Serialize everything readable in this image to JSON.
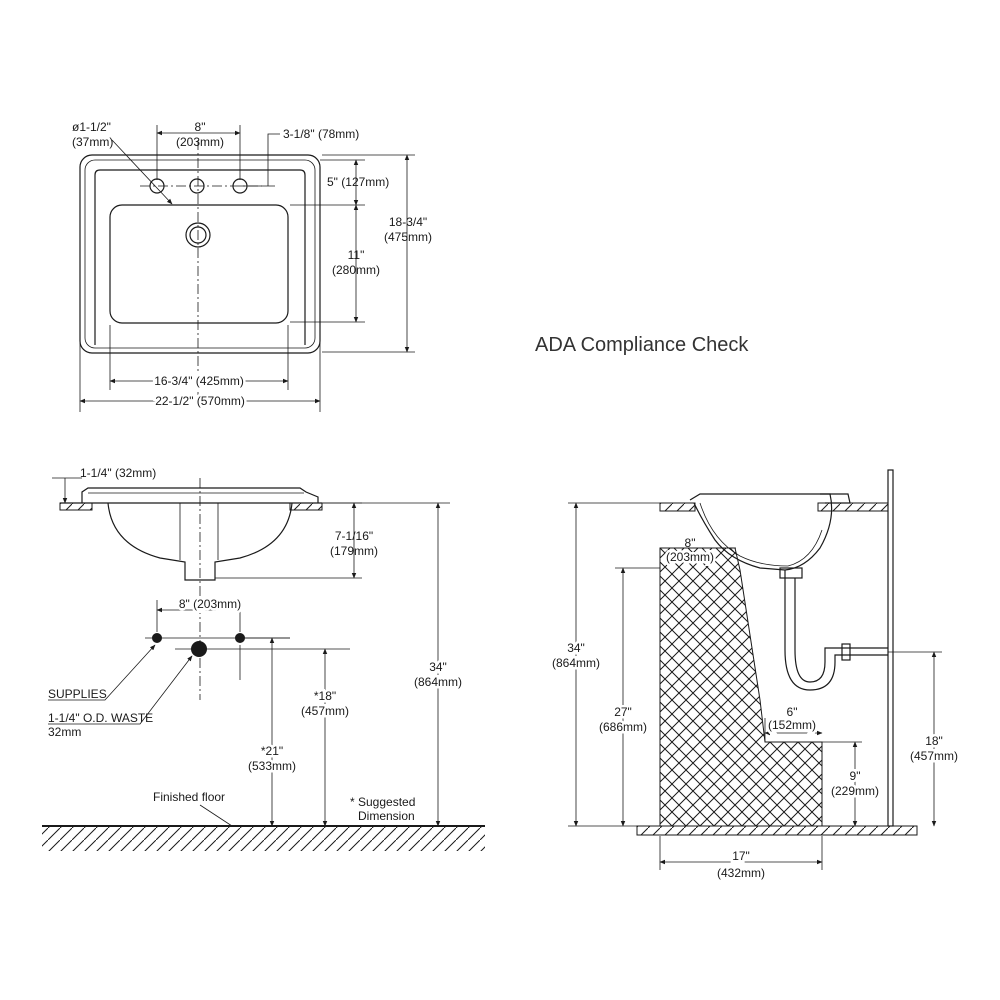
{
  "title": "ADA Compliance Check",
  "top_view": {
    "hole_dia_in": "ø1-1/2\"",
    "hole_dia_mm": "(37mm)",
    "spread_in": "8\"",
    "spread_mm": "(203mm)",
    "hole_offset": "3-1/8\" (78mm)",
    "deck_to_bowl": "5\" (127mm)",
    "depth_in": "18-3/4\"",
    "depth_mm": "(475mm)",
    "bowl_depth_in": "11\"",
    "bowl_depth_mm": "(280mm)",
    "bowl_width": "16-3/4\" (425mm)",
    "overall_width": "22-1/2\" (570mm)"
  },
  "side_view": {
    "rim": "1-1/4\" (32mm)",
    "bowl_height_in": "7-1/16\"",
    "bowl_height_mm": "(179mm)",
    "supply_spread": "8\" (203mm)",
    "height_in": "34\"",
    "height_mm": "(864mm)",
    "waste_height_in": "*18\"",
    "waste_height_mm": "(457mm)",
    "supply_height_in": "*21\"",
    "supply_height_mm": "(533mm)",
    "supplies_label": "SUPPLIES",
    "waste_label": "1-1/4\" O.D. WASTE",
    "waste_mm": "32mm",
    "floor_label": "Finished floor",
    "suggested_1": "* Suggested",
    "suggested_2": "Dimension"
  },
  "ada_view": {
    "height_in": "34\"",
    "height_mm": "(864mm)",
    "knee_in": "8\"",
    "knee_mm": "(203mm)",
    "knee_height_in": "27\"",
    "knee_height_mm": "(686mm)",
    "toe_in": "6\"",
    "toe_mm": "(152mm)",
    "toe_height_in": "9\"",
    "toe_height_mm": "(229mm)",
    "trap_height_in": "18\"",
    "trap_height_mm": "(457mm)",
    "depth_in": "17\"",
    "depth_mm": "(432mm)"
  }
}
